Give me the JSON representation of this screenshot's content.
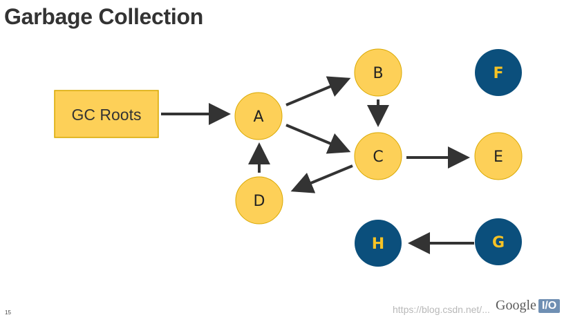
{
  "title": "Garbage Collection",
  "page_number": "15",
  "watermark": "https://blog.csdn.net/...",
  "logo": {
    "text": "Google",
    "badge": "I/O"
  },
  "colors": {
    "reachable_fill": "#fdd058",
    "unreachable_fill": "#0b4f7c",
    "unreachable_text": "#f7c325",
    "arrow": "#333333",
    "root_fill": "#fdd058",
    "root_border": "#d9a800"
  },
  "roots": {
    "label": "GC Roots"
  },
  "nodes": {
    "A": "A",
    "B": "B",
    "C": "C",
    "D": "D",
    "E": "E",
    "F": "F",
    "G": "G",
    "H": "H"
  },
  "edges": [
    [
      "GC Roots",
      "A"
    ],
    [
      "A",
      "B"
    ],
    [
      "A",
      "C"
    ],
    [
      "B",
      "C"
    ],
    [
      "C",
      "D"
    ],
    [
      "D",
      "A"
    ],
    [
      "C",
      "E"
    ],
    [
      "G",
      "H"
    ]
  ]
}
